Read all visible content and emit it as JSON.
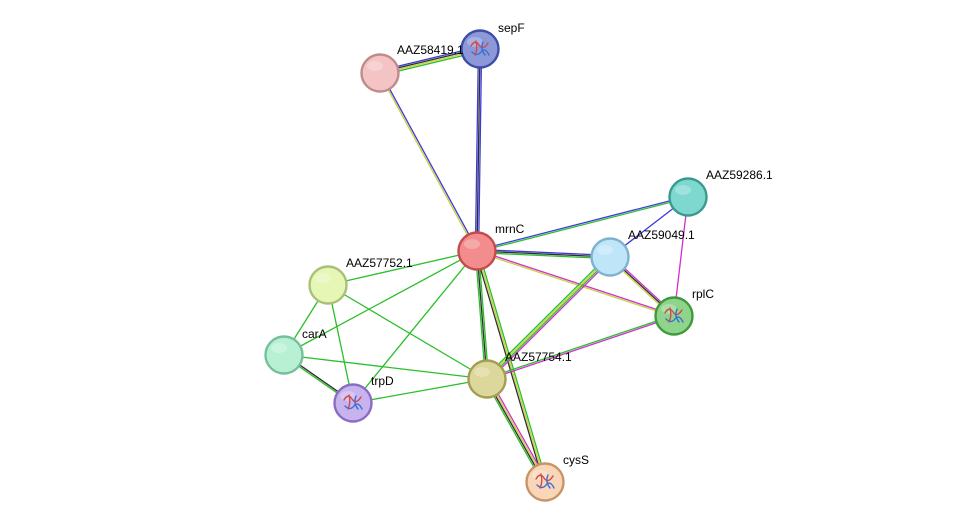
{
  "network": {
    "nodes": [
      {
        "id": "sepF",
        "label": "sepF",
        "fill": "#8c98d8",
        "stroke": "#3c4fa8",
        "icon": "protein-structure-icon"
      },
      {
        "id": "AAZ58419.1",
        "label": "AAZ58419.1",
        "fill": "#f4c4c4",
        "stroke": "#c08a8a",
        "icon": ""
      },
      {
        "id": "mrnC",
        "label": "mrnC",
        "fill": "#f38c8c",
        "stroke": "#c44b4b",
        "icon": ""
      },
      {
        "id": "AAZ59286.1",
        "label": "AAZ59286.1",
        "fill": "#7ed8cf",
        "stroke": "#3a9a90",
        "icon": ""
      },
      {
        "id": "AAZ59049.1",
        "label": "AAZ59049.1",
        "fill": "#bfe6f8",
        "stroke": "#7fb2cf",
        "icon": ""
      },
      {
        "id": "rplC",
        "label": "rplC",
        "fill": "#8ed48a",
        "stroke": "#3f9a3b",
        "icon": "protein-structure-icon"
      },
      {
        "id": "AAZ57752.1",
        "label": "AAZ57752.1",
        "fill": "#e6f7b5",
        "stroke": "#a8c07a",
        "icon": ""
      },
      {
        "id": "carA",
        "label": "carA",
        "fill": "#b8f0d4",
        "stroke": "#76bf9c",
        "icon": ""
      },
      {
        "id": "trpD",
        "label": "trpD",
        "fill": "#c7b4ee",
        "stroke": "#8a6cc6",
        "icon": "protein-structure-icon"
      },
      {
        "id": "AAZ57754.1",
        "label": "AAZ57754.1",
        "fill": "#dcd79a",
        "stroke": "#a59d52",
        "icon": ""
      },
      {
        "id": "cysS",
        "label": "cysS",
        "fill": "#f9d6b8",
        "stroke": "#c89466",
        "icon": "protein-structure-icon"
      }
    ],
    "edges": [
      {
        "source": "AAZ58419.1",
        "target": "sepF",
        "colors": [
          "#3a3adb",
          "#2e2e2e",
          "#c8d23c",
          "#2bbf2b"
        ]
      },
      {
        "source": "AAZ58419.1",
        "target": "mrnC",
        "colors": [
          "#3a3adb",
          "#c8d23c"
        ]
      },
      {
        "source": "sepF",
        "target": "mrnC",
        "colors": [
          "#3a3adb",
          "#2e2e2e",
          "#3a3adb"
        ]
      },
      {
        "source": "mrnC",
        "target": "AAZ59286.1",
        "colors": [
          "#3a3adb",
          "#2bbf2b"
        ]
      },
      {
        "source": "mrnC",
        "target": "AAZ59049.1",
        "colors": [
          "#3a3adb",
          "#2e2e2e",
          "#2bbf2b"
        ]
      },
      {
        "source": "mrnC",
        "target": "rplC",
        "colors": [
          "#d12fd1",
          "#c8d23c"
        ]
      },
      {
        "source": "mrnC",
        "target": "AAZ57752.1",
        "colors": [
          "#2bbf2b"
        ]
      },
      {
        "source": "mrnC",
        "target": "carA",
        "colors": [
          "#2bbf2b"
        ]
      },
      {
        "source": "mrnC",
        "target": "trpD",
        "colors": [
          "#2bbf2b"
        ]
      },
      {
        "source": "mrnC",
        "target": "AAZ57754.1",
        "colors": [
          "#2bbf2b",
          "#2e2e2e",
          "#2bbf2b"
        ]
      },
      {
        "source": "mrnC",
        "target": "cysS",
        "colors": [
          "#2bbf2b",
          "#c8d23c",
          "#2e2e2e"
        ]
      },
      {
        "source": "AAZ59286.1",
        "target": "AAZ59049.1",
        "colors": [
          "#3a3adb"
        ]
      },
      {
        "source": "AAZ59286.1",
        "target": "rplC",
        "colors": [
          "#d12fd1"
        ]
      },
      {
        "source": "AAZ59049.1",
        "target": "rplC",
        "colors": [
          "#d12fd1",
          "#2e2e2e",
          "#c8d23c"
        ]
      },
      {
        "source": "AAZ59049.1",
        "target": "AAZ57754.1",
        "colors": [
          "#d12fd1",
          "#2bbf2b",
          "#c8d23c",
          "#2bbf2b"
        ]
      },
      {
        "source": "rplC",
        "target": "AAZ57754.1",
        "colors": [
          "#d12fd1",
          "#2bbf2b"
        ]
      },
      {
        "source": "AAZ57752.1",
        "target": "carA",
        "colors": [
          "#2bbf2b"
        ]
      },
      {
        "source": "AAZ57752.1",
        "target": "trpD",
        "colors": [
          "#2bbf2b"
        ]
      },
      {
        "source": "AAZ57752.1",
        "target": "AAZ57754.1",
        "colors": [
          "#2bbf2b"
        ]
      },
      {
        "source": "carA",
        "target": "trpD",
        "colors": [
          "#2e2e2e",
          "#2bbf2b"
        ]
      },
      {
        "source": "carA",
        "target": "AAZ57754.1",
        "colors": [
          "#2bbf2b"
        ]
      },
      {
        "source": "trpD",
        "target": "AAZ57754.1",
        "colors": [
          "#2bbf2b"
        ]
      },
      {
        "source": "AAZ57754.1",
        "target": "cysS",
        "colors": [
          "#d12fd1",
          "#c8d23c",
          "#2e2e2e",
          "#2bbf2b"
        ]
      }
    ]
  }
}
